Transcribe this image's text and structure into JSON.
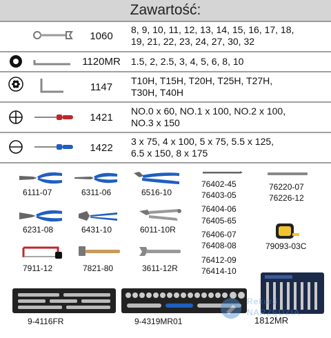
{
  "header": {
    "title": "Zawartość:"
  },
  "rows": [
    {
      "code": "1060",
      "desc": [
        "8, 9, 10, 11, 12, 13, 14, 15, 16, 17, 18,",
        "19, 21, 22, 23, 24, 27, 30, 32"
      ],
      "symbol": "none",
      "tool_icon": "combination-wrench-icon"
    },
    {
      "code": "1120MR",
      "desc": [
        "1.5, 2, 2.5, 3, 4, 5, 6, 8, 10"
      ],
      "symbol": "hex-socket-symbol",
      "tool_icon": "hex-key-icon"
    },
    {
      "code": "1147",
      "desc": [
        "T10H, T15H, T20H, T25H, T27H,",
        "T30H, T40H"
      ],
      "symbol": "torx-symbol",
      "tool_icon": "torx-key-icon"
    },
    {
      "code": "1421",
      "desc": [
        "NO.0 x 60, NO.1 x 100, NO.2 x 100,",
        "NO.3 x 150"
      ],
      "symbol": "phillips-symbol",
      "tool_icon": "phillips-screwdriver-icon"
    },
    {
      "code": "1422",
      "desc": [
        "3 x 75, 4 x 100, 5 x 75, 5.5 x 125,",
        "6.5 x 150, 8 x 175"
      ],
      "symbol": "flat-symbol",
      "tool_icon": "flat-screwdriver-icon"
    }
  ],
  "tools": [
    {
      "label": "6111-07",
      "icon": "combination-pliers-icon"
    },
    {
      "label": "6311-06",
      "icon": "long-nose-pliers-icon"
    },
    {
      "label": "6516-10",
      "icon": "water-pump-pliers-icon"
    },
    {
      "label": "6231-08",
      "icon": "diagonal-cutters-icon"
    },
    {
      "label": "6431-10",
      "icon": "cable-cutter-icon"
    },
    {
      "label": "6011-10R",
      "icon": "locking-pliers-icon"
    },
    {
      "label": "7911-12",
      "icon": "hacksaw-icon"
    },
    {
      "label": "7821-80",
      "icon": "hammer-icon"
    },
    {
      "label": "3611-12R",
      "icon": "adjustable-wrench-icon"
    }
  ],
  "chisel_codes": [
    "76402-45",
    "76403-05",
    "76404-06",
    "76405-65",
    "76406-07",
    "76408-08",
    "76412-09",
    "76414-10"
  ],
  "file_codes": [
    "76220-07",
    "76226-12"
  ],
  "tape": {
    "label": "79093-03C",
    "icon": "tape-measure-icon"
  },
  "trays": [
    {
      "label": "9-4116FR",
      "icon": "socket-accessories-tray-icon"
    },
    {
      "label": "9-4319MR01",
      "icon": "socket-set-tray-icon"
    },
    {
      "label": "1812MR",
      "icon": "wrench-set-case-icon"
    }
  ],
  "watermark": {
    "line1": "Rekord",
    "line2": "NARZĘDZIA"
  },
  "colors": {
    "header_bg": "#d5d5d5",
    "divider": "#a0a0a0",
    "handle_blue": "#1f5fbf",
    "handle_red": "#c0272d"
  }
}
